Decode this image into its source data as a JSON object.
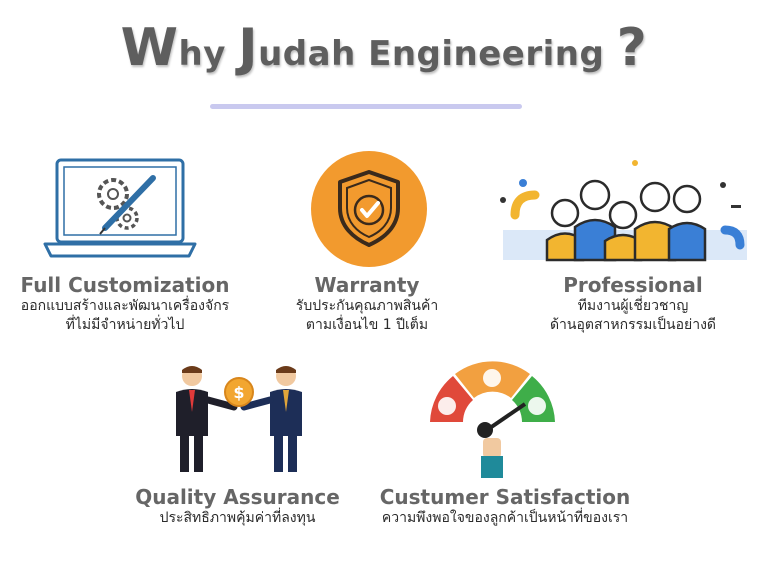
{
  "title": {
    "letter_w": "W",
    "part1": "hy ",
    "letter_j": "J",
    "part2": "udah Engineering ",
    "mark": "?"
  },
  "features": [
    {
      "heading": "Full Customization",
      "lines": [
        "ออกแบบสร้างและพัฒนาเครื่องจักร",
        "ที่ไม่มีจำหน่ายทั่วไป"
      ]
    },
    {
      "heading": "Warranty",
      "lines": [
        "รับประกันคุณภาพสินค้า",
        "ตามเงื่อนไข 1 ปีเต็ม"
      ]
    },
    {
      "heading": "Professional",
      "lines": [
        "ทีมงานผู้เชี่ยวชาญ",
        "ด้านอุตสาหกรรมเป็นอย่างดี"
      ]
    },
    {
      "heading": "Quality Assurance",
      "lines": [
        "ประสิทธิภาพคุ้มค่าที่ลงทุน"
      ]
    },
    {
      "heading": "Custumer Satisfaction",
      "lines": [
        "ความพึงพอใจของลูกค้าเป็นหน้าที่ของเรา"
      ]
    }
  ],
  "icons": {
    "laptop": "laptop-gears-icon",
    "shield": "shield-check-icon",
    "team": "team-people-icon",
    "handshake": "business-deal-icon",
    "gauge": "satisfaction-gauge-icon",
    "coin_symbol": "$"
  },
  "colors": {
    "title": "#5e5e5e",
    "divider": "#c9c9ef",
    "warranty_orange": "#f29a2e",
    "laptop_blue": "#2f6fa6",
    "gauge_red": "#e0493a",
    "gauge_orange": "#f2a040",
    "gauge_green": "#3fae49"
  }
}
